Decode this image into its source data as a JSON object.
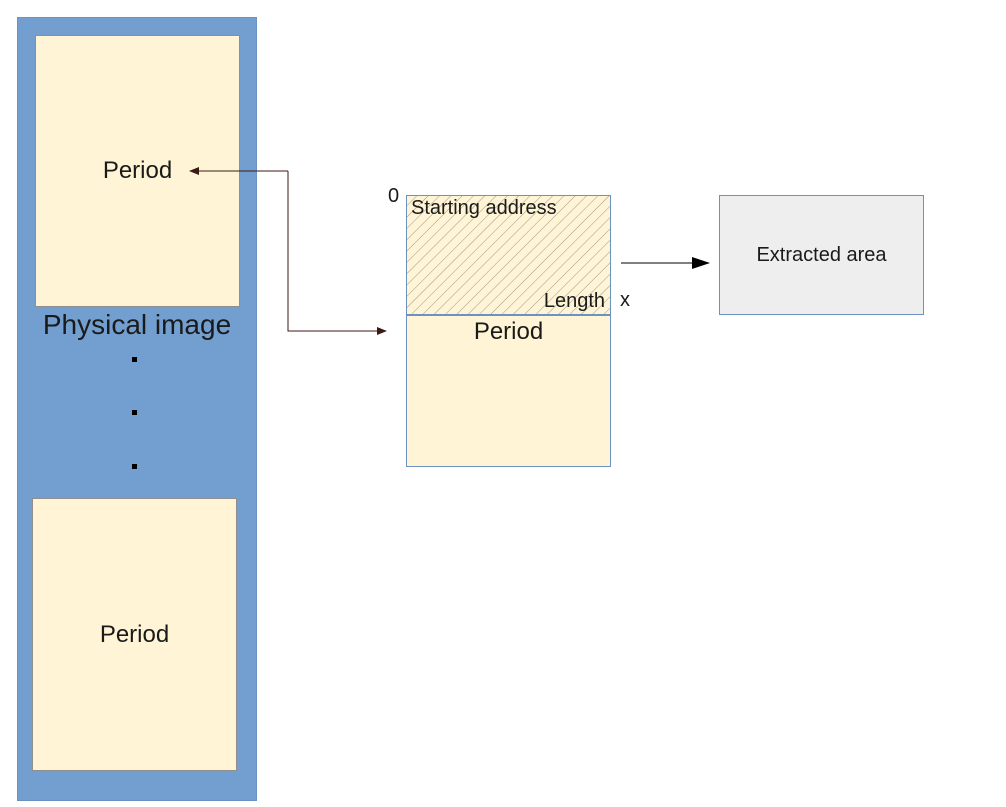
{
  "colors": {
    "physical_column_fill": "#729fcf",
    "period_fill": "#fff5d6",
    "extracted_fill": "#eeeeee",
    "connector_stroke": "#3b1a14",
    "arrow_stroke": "#000000",
    "hatch_stroke": "#9e9a86"
  },
  "physical_image": {
    "label": "Physical image",
    "top_period_label": "Period",
    "bottom_period_label": "Period",
    "ellipsis_dots": 3
  },
  "detail": {
    "offset_start": "0",
    "starting_address_label": "Starting address",
    "length_label": "Length",
    "offset_end": "x",
    "period_label": "Period",
    "shaded_region_icon": "diagonal-hatch"
  },
  "extracted": {
    "label": "Extracted area"
  }
}
